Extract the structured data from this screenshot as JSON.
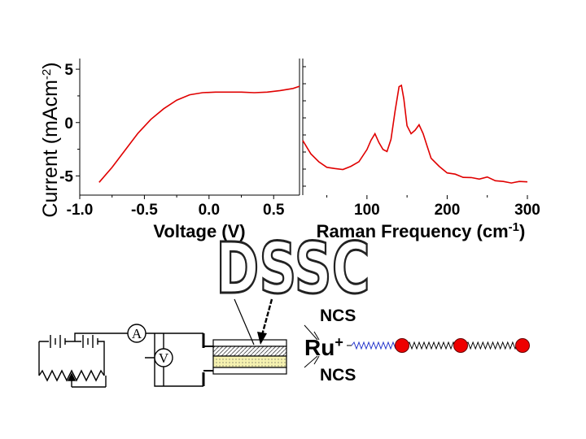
{
  "chart_data": [
    {
      "type": "line",
      "title": "",
      "xlabel": "Voltage (V)",
      "ylabel_main": "Current (mAcm",
      "ylabel_sup": "-2",
      "ylabel_close": ")",
      "xlim": [
        -1.0,
        0.7
      ],
      "ylim": [
        -6.8,
        6.0
      ],
      "x_ticks": [
        -1.0,
        -0.5,
        0.0,
        0.5
      ],
      "x_tick_labels": [
        "-1.0",
        "-0.5",
        "0.0",
        "0.5"
      ],
      "y_ticks": [
        5,
        0,
        -5
      ],
      "y_tick_labels": [
        "5",
        "0",
        "-5"
      ],
      "series": [
        {
          "color": "#e00000",
          "x": [
            -0.85,
            -0.75,
            -0.65,
            -0.55,
            -0.45,
            -0.35,
            -0.25,
            -0.15,
            -0.05,
            0.05,
            0.15,
            0.25,
            0.35,
            0.45,
            0.55,
            0.65,
            0.7
          ],
          "y": [
            -5.6,
            -4.2,
            -2.6,
            -1.0,
            0.3,
            1.3,
            2.1,
            2.6,
            2.8,
            2.85,
            2.85,
            2.85,
            2.8,
            2.85,
            3.0,
            3.2,
            3.4
          ]
        }
      ]
    },
    {
      "type": "line",
      "title": "",
      "xlabel_main": "Raman Frequency (cm",
      "xlabel_sup": "-1",
      "xlabel_close": ")",
      "xlim": [
        20,
        300
      ],
      "ylim": [
        0,
        10
      ],
      "x_ticks": [
        100,
        200,
        300
      ],
      "x_tick_labels": [
        "100",
        "200",
        "300"
      ],
      "series": [
        {
          "color": "#e00000",
          "x": [
            20,
            30,
            40,
            50,
            60,
            70,
            80,
            90,
            100,
            105,
            110,
            115,
            120,
            125,
            130,
            135,
            140,
            143,
            146,
            150,
            155,
            160,
            165,
            170,
            175,
            180,
            190,
            200,
            210,
            220,
            230,
            240,
            250,
            260,
            270,
            280,
            290,
            300
          ],
          "y": [
            4.1,
            3.0,
            2.2,
            1.8,
            1.6,
            1.6,
            1.8,
            2.3,
            3.3,
            4.2,
            4.7,
            4.0,
            3.3,
            3.2,
            4.2,
            6.8,
            8.9,
            9.1,
            7.8,
            5.5,
            4.7,
            5.1,
            5.5,
            4.8,
            3.6,
            2.6,
            1.8,
            1.3,
            1.1,
            0.9,
            0.8,
            0.75,
            0.85,
            0.6,
            0.45,
            0.4,
            0.45,
            0.5
          ]
        }
      ]
    }
  ],
  "banner": {
    "text": "DSSC"
  },
  "circuit": {
    "ammeter": "A",
    "voltmeter": "V"
  },
  "dye": {
    "ligand_top": "NCS",
    "ligand_bottom": "NCS",
    "metal": "Ru",
    "charge": "+",
    "spring_colors": [
      "#2233cc",
      "#000000",
      "#000000",
      "#000000"
    ],
    "bead_color": "#ee0000",
    "bead_count": 3
  }
}
